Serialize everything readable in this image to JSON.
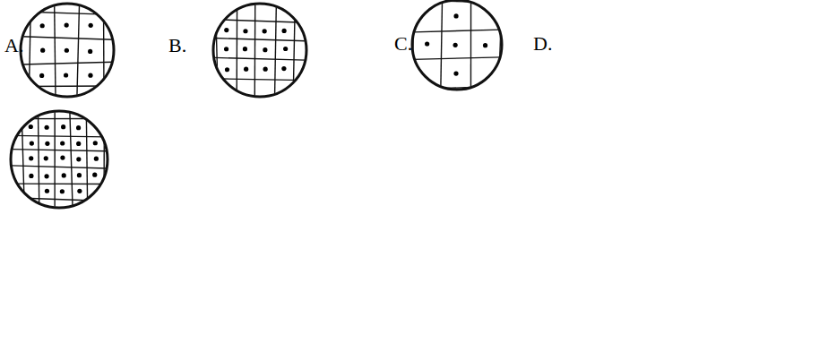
{
  "diagram": {
    "labels": [
      "A.",
      "B.",
      "C.",
      "D."
    ]
  }
}
